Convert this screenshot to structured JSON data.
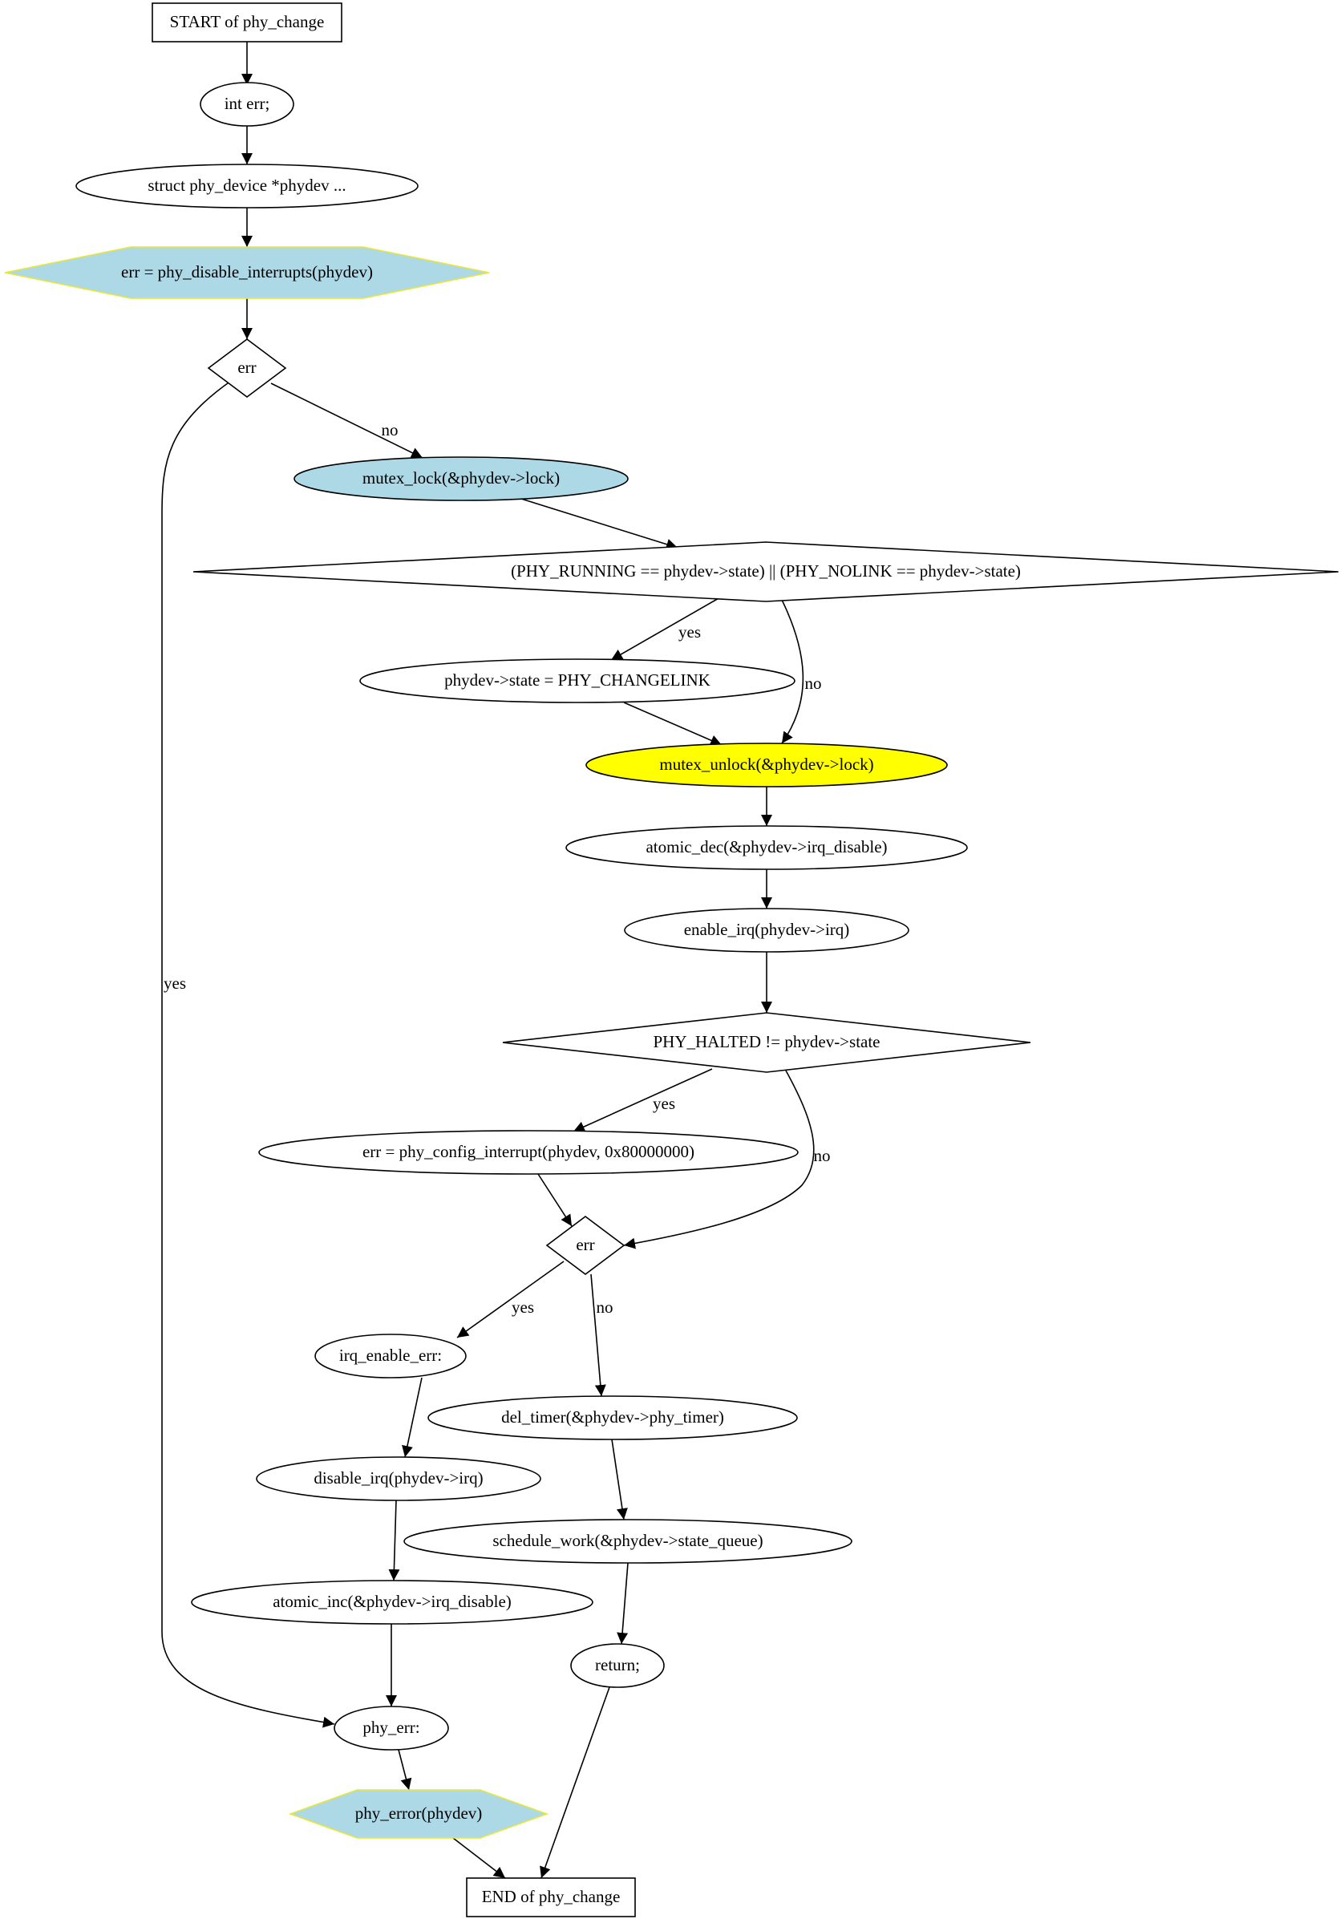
{
  "diagram": {
    "nodes": [
      {
        "id": "start",
        "shape": "box",
        "label": "START of phy_change",
        "fill": "#ffffff",
        "stroke": "#000000"
      },
      {
        "id": "decl_err",
        "shape": "ellipse",
        "label": "int err;",
        "fill": "#ffffff",
        "stroke": "#000000"
      },
      {
        "id": "decl_phydev",
        "shape": "ellipse",
        "label": "struct phy_device *phydev  ...",
        "fill": "#ffffff",
        "stroke": "#000000"
      },
      {
        "id": "disable_interrupts",
        "shape": "hexagon",
        "label": "err = phy_disable_interrupts(phydev)",
        "fill": "#add8e6",
        "stroke": "#e8e83a"
      },
      {
        "id": "cond_err1",
        "shape": "diamond",
        "label": "err",
        "fill": "#ffffff",
        "stroke": "#000000"
      },
      {
        "id": "mutex_lock",
        "shape": "ellipse",
        "label": "mutex_lock(&phydev->lock)",
        "fill": "#add8e6",
        "stroke": "#000000"
      },
      {
        "id": "cond_state",
        "shape": "diamond",
        "label": "(PHY_RUNNING == phydev->state) || (PHY_NOLINK == phydev->state)",
        "fill": "#ffffff",
        "stroke": "#000000"
      },
      {
        "id": "set_changelink",
        "shape": "ellipse",
        "label": "phydev->state = PHY_CHANGELINK",
        "fill": "#ffffff",
        "stroke": "#000000"
      },
      {
        "id": "mutex_unlock",
        "shape": "ellipse",
        "label": "mutex_unlock(&phydev->lock)",
        "fill": "#ffff00",
        "stroke": "#000000"
      },
      {
        "id": "atomic_dec",
        "shape": "ellipse",
        "label": "atomic_dec(&phydev->irq_disable)",
        "fill": "#ffffff",
        "stroke": "#000000"
      },
      {
        "id": "enable_irq",
        "shape": "ellipse",
        "label": "enable_irq(phydev->irq)",
        "fill": "#ffffff",
        "stroke": "#000000"
      },
      {
        "id": "cond_halted",
        "shape": "diamond",
        "label": "PHY_HALTED != phydev->state",
        "fill": "#ffffff",
        "stroke": "#000000"
      },
      {
        "id": "config_interrupt",
        "shape": "ellipse",
        "label": "err = phy_config_interrupt(phydev, 0x80000000)",
        "fill": "#ffffff",
        "stroke": "#000000"
      },
      {
        "id": "cond_err2",
        "shape": "diamond",
        "label": "err",
        "fill": "#ffffff",
        "stroke": "#000000"
      },
      {
        "id": "irq_enable_err",
        "shape": "ellipse",
        "label": "irq_enable_err:",
        "fill": "#ffffff",
        "stroke": "#000000"
      },
      {
        "id": "del_timer",
        "shape": "ellipse",
        "label": "del_timer(&phydev->phy_timer)",
        "fill": "#ffffff",
        "stroke": "#000000"
      },
      {
        "id": "disable_irq",
        "shape": "ellipse",
        "label": "disable_irq(phydev->irq)",
        "fill": "#ffffff",
        "stroke": "#000000"
      },
      {
        "id": "schedule_work",
        "shape": "ellipse",
        "label": "schedule_work(&phydev->state_queue)",
        "fill": "#ffffff",
        "stroke": "#000000"
      },
      {
        "id": "atomic_inc",
        "shape": "ellipse",
        "label": "atomic_inc(&phydev->irq_disable)",
        "fill": "#ffffff",
        "stroke": "#000000"
      },
      {
        "id": "return",
        "shape": "ellipse",
        "label": "return;",
        "fill": "#ffffff",
        "stroke": "#000000"
      },
      {
        "id": "phy_err",
        "shape": "ellipse",
        "label": "phy_err:",
        "fill": "#ffffff",
        "stroke": "#000000"
      },
      {
        "id": "phy_error",
        "shape": "hexagon",
        "label": "phy_error(phydev)",
        "fill": "#add8e6",
        "stroke": "#e8e83a"
      },
      {
        "id": "end",
        "shape": "box",
        "label": "END of phy_change",
        "fill": "#ffffff",
        "stroke": "#000000"
      }
    ],
    "edges": [
      {
        "from": "start",
        "to": "decl_err",
        "label": ""
      },
      {
        "from": "decl_err",
        "to": "decl_phydev",
        "label": ""
      },
      {
        "from": "decl_phydev",
        "to": "disable_interrupts",
        "label": ""
      },
      {
        "from": "disable_interrupts",
        "to": "cond_err1",
        "label": ""
      },
      {
        "from": "cond_err1",
        "to": "mutex_lock",
        "label": "no"
      },
      {
        "from": "cond_err1",
        "to": "phy_err",
        "label": "yes"
      },
      {
        "from": "mutex_lock",
        "to": "cond_state",
        "label": ""
      },
      {
        "from": "cond_state",
        "to": "set_changelink",
        "label": "yes"
      },
      {
        "from": "cond_state",
        "to": "mutex_unlock",
        "label": "no"
      },
      {
        "from": "set_changelink",
        "to": "mutex_unlock",
        "label": ""
      },
      {
        "from": "mutex_unlock",
        "to": "atomic_dec",
        "label": ""
      },
      {
        "from": "atomic_dec",
        "to": "enable_irq",
        "label": ""
      },
      {
        "from": "enable_irq",
        "to": "cond_halted",
        "label": ""
      },
      {
        "from": "cond_halted",
        "to": "config_interrupt",
        "label": "yes"
      },
      {
        "from": "cond_halted",
        "to": "cond_err2",
        "label": "no"
      },
      {
        "from": "config_interrupt",
        "to": "cond_err2",
        "label": ""
      },
      {
        "from": "cond_err2",
        "to": "irq_enable_err",
        "label": "yes"
      },
      {
        "from": "cond_err2",
        "to": "del_timer",
        "label": "no"
      },
      {
        "from": "irq_enable_err",
        "to": "disable_irq",
        "label": ""
      },
      {
        "from": "disable_irq",
        "to": "atomic_inc",
        "label": ""
      },
      {
        "from": "atomic_inc",
        "to": "phy_err",
        "label": ""
      },
      {
        "from": "del_timer",
        "to": "schedule_work",
        "label": ""
      },
      {
        "from": "schedule_work",
        "to": "return",
        "label": ""
      },
      {
        "from": "return",
        "to": "end",
        "label": ""
      },
      {
        "from": "phy_err",
        "to": "phy_error",
        "label": ""
      },
      {
        "from": "phy_error",
        "to": "end",
        "label": ""
      }
    ]
  }
}
